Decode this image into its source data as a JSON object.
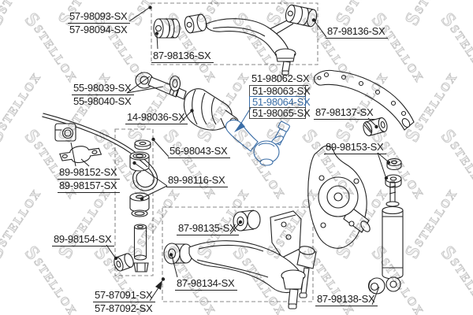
{
  "watermark": {
    "logo": "S",
    "text": "STELLOX"
  },
  "colors": {
    "highlight": "#3a6da6",
    "line": "#222222"
  },
  "parts": [
    {
      "number": "57-98093-SX",
      "highlighted": false
    },
    {
      "number": "57-98094-SX",
      "highlighted": false
    },
    {
      "number": "87-98136-SX",
      "highlighted": false
    },
    {
      "number": "87-98136-SX",
      "highlighted": false
    },
    {
      "number": "55-98039-SX",
      "highlighted": false
    },
    {
      "number": "55-98040-SX",
      "highlighted": false
    },
    {
      "number": "14-98036-SX",
      "highlighted": false
    },
    {
      "number": "51-98062-SX",
      "highlighted": false
    },
    {
      "number": "51-98063-SX",
      "highlighted": false
    },
    {
      "number": "51-98064-SX",
      "highlighted": true
    },
    {
      "number": "51-98065-SX",
      "highlighted": false
    },
    {
      "number": "87-98137-SX",
      "highlighted": false
    },
    {
      "number": "89-98153-SX",
      "highlighted": false
    },
    {
      "number": "56-98043-SX",
      "highlighted": false
    },
    {
      "number": "89-98116-SX",
      "highlighted": false
    },
    {
      "number": "89-98152-SX",
      "highlighted": false
    },
    {
      "number": "89-98157-SX",
      "highlighted": false
    },
    {
      "number": "89-98154-SX",
      "highlighted": false
    },
    {
      "number": "87-98135-SX",
      "highlighted": false
    },
    {
      "number": "87-98134-SX",
      "highlighted": false
    },
    {
      "number": "57-87091-SX",
      "highlighted": false
    },
    {
      "number": "57-87092-SX",
      "highlighted": false
    },
    {
      "number": "87-98138-SX",
      "highlighted": false
    }
  ]
}
